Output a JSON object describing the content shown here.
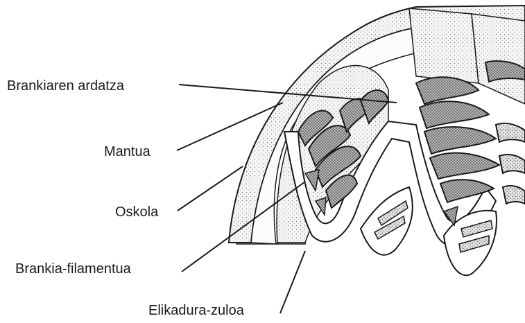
{
  "labels": {
    "gill_axis": "Brankiaren ardatza",
    "mantle": "Mantua",
    "shell": "Oskola",
    "gill_filament": "Brankia-filamentua",
    "food_groove": "Elikadura-zuloa"
  },
  "colors": {
    "ink": "#1a1a1a",
    "stipple_light": "#e9e9e9",
    "stipple_mid": "#d2d2d2",
    "stipple_dark": "#a9a9a9",
    "paper": "#ffffff"
  }
}
